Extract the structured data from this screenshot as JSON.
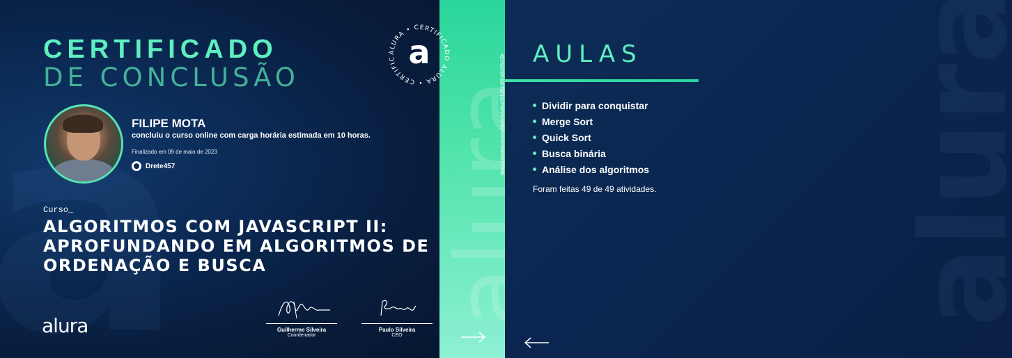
{
  "certificate": {
    "title": "CERTIFICADO",
    "subtitle": "DE CONCLUSÃO",
    "student_name": "FILIPE MOTA",
    "description": "concluiu o curso online com carga horária estimada em 10 horas.",
    "finished": "Finalizado em 09 de maio de 2023",
    "github_user": "Drete457",
    "course_label": "Curso_",
    "course_title": "ALGORITMOS COM JAVASCRIPT II: APROFUNDANDO EM ALGORITMOS DE ORDENAÇÃO E BUSCA",
    "logo": "alura",
    "signatures": [
      {
        "name": "Guilherme Silveira",
        "role": "Coordenador"
      },
      {
        "name": "Paulo Silveira",
        "role": "CEO"
      }
    ]
  },
  "seal": {
    "ring_text": "ALURA • CERTIFICADO ALURA • CERTIFICADO •",
    "letter": "a"
  },
  "strip": {
    "link_text": "https://cursos.alura.com.br/certificate/5c6c0bcb-6f51-48dc-8f90-a5b1444c179a",
    "watermark": "alura"
  },
  "lessons": {
    "title": "AULAS",
    "items": [
      "Dividir para conquistar",
      "Merge Sort",
      "Quick Sort",
      "Busca binária",
      "Análise dos algoritmos"
    ],
    "activities": "Foram feitas 49 de 49 atividades.",
    "watermark": "alura"
  },
  "colors": {
    "accent": "#5eefc0",
    "strip": "#4ee3a9",
    "background": "#0b2a55"
  },
  "icons": {
    "next": "arrow-right-icon",
    "prev": "arrow-left-icon",
    "github": "github-icon"
  }
}
